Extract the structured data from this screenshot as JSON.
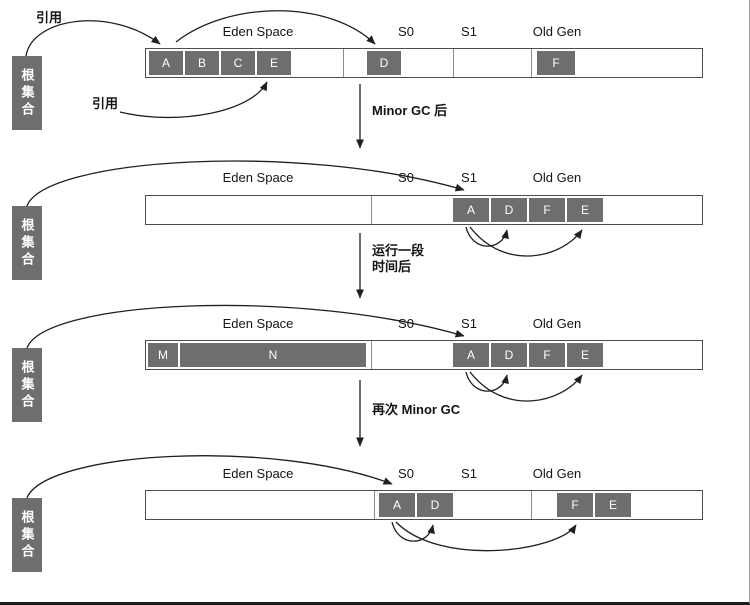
{
  "colors": {
    "block_fill": "#6e6e6e",
    "bar_border": "#4d4d4d",
    "arrow": "#1f1f1f",
    "background": "#ffffff"
  },
  "root_set_label": "根集合",
  "reference_labels": {
    "top": "引用",
    "middle": "引用"
  },
  "region_headers": {
    "eden": "Eden Space",
    "s0": "S0",
    "s1": "S1",
    "old_gen": "Old Gen"
  },
  "transitions": {
    "t1": "Minor GC 后",
    "t2_line1": "运行一段",
    "t2_line2": "时间后",
    "t3": "再次 Minor GC"
  },
  "memory_states": {
    "row1": {
      "eden": [
        "A",
        "B",
        "C",
        "E"
      ],
      "s0": [
        "D"
      ],
      "old_gen": [
        "F"
      ]
    },
    "row2": {
      "s1": [
        "A",
        "D"
      ],
      "old_gen": [
        "F",
        "E"
      ]
    },
    "row3": {
      "eden": [
        "M",
        "N"
      ],
      "s1": [
        "A",
        "D"
      ],
      "old_gen": [
        "F",
        "E"
      ]
    },
    "row4": {
      "s0": [
        "A",
        "D"
      ],
      "old_gen": [
        "F",
        "E"
      ]
    }
  }
}
